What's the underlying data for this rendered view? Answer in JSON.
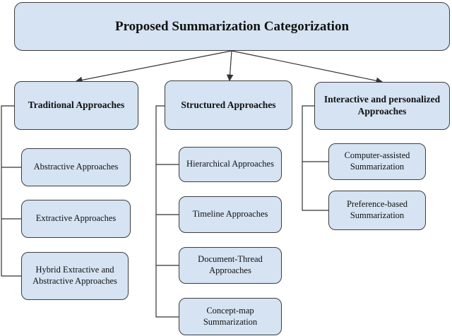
{
  "root": {
    "label": "Proposed Summarization Categorization"
  },
  "categories": [
    {
      "label": "Traditional Approaches",
      "children": [
        {
          "label": "Abstractive Approaches"
        },
        {
          "label": "Extractive Approaches"
        },
        {
          "label": "Hybrid Extractive and Abstractive Approaches"
        }
      ]
    },
    {
      "label": "Structured Approaches",
      "children": [
        {
          "label": "Hierarchical Approaches"
        },
        {
          "label": "Timeline Approaches"
        },
        {
          "label": "Document-Thread Approaches"
        },
        {
          "label": "Concept-map Summarization"
        }
      ]
    },
    {
      "label": "Interactive and personalized Approaches",
      "children": [
        {
          "label": "Computer-assisted Summarization"
        },
        {
          "label": "Preference-based Summarization"
        }
      ]
    }
  ],
  "colors": {
    "box_fill": "#d5e3f2",
    "box_border": "#3d3d3d",
    "line": "#333333"
  }
}
